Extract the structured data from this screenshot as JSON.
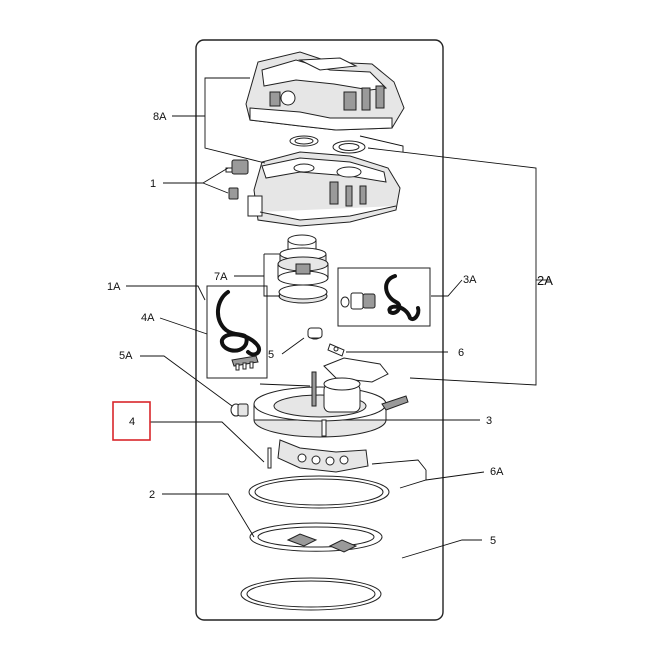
{
  "diagram": {
    "callouts": {
      "c8A": "8A",
      "c1": "1",
      "c1A": "1A",
      "c7A": "7A",
      "c3A": "3A",
      "c2A": "2A",
      "c4A": "4A",
      "c5A": "5A",
      "c5_small": "5",
      "c6": "6",
      "c4_highlight": "4",
      "c3": "3",
      "c6A": "6A",
      "c2": "2",
      "c5": "5"
    },
    "colors": {
      "highlight": "#d9262b",
      "line": "#111111"
    }
  }
}
